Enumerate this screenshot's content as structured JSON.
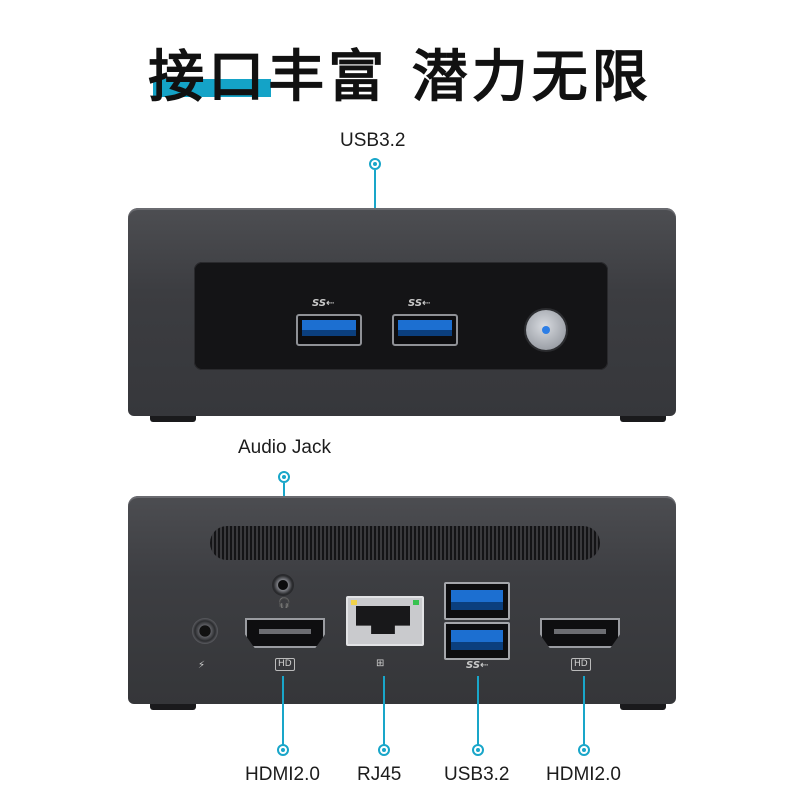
{
  "title": "接口丰富 潜力无限",
  "labels": {
    "front_usb": "USB3.2",
    "audio_jack": "Audio Jack",
    "hdmi_left": "HDMI2.0",
    "rj45": "RJ45",
    "back_usb": "USB3.2",
    "hdmi_right": "HDMI2.0"
  },
  "port_marks": {
    "ss": "SS⇠",
    "hd": "HD"
  },
  "colors": {
    "accent": "#19a6c9",
    "title_bar": "#14a3c7",
    "device_body": "#3c3d41",
    "usb_blue": "#1c6fd1",
    "power_led": "#2d7ee6"
  },
  "icons": [
    "usb-ss-icon",
    "hd-icon",
    "network-icon",
    "dc-power-icon",
    "headphone-icon"
  ]
}
